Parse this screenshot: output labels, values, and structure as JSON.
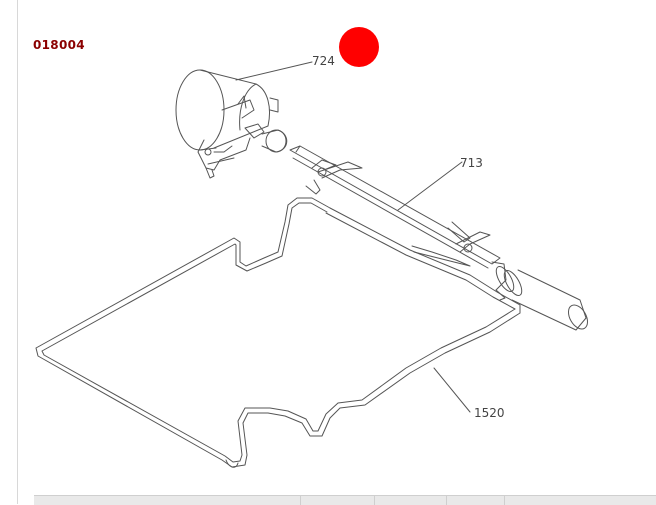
{
  "page": {
    "code": "018004"
  },
  "marker": {
    "color": "#ff0000"
  },
  "parts": [
    {
      "number": "724"
    },
    {
      "number": "713"
    },
    {
      "number": "1520"
    }
  ],
  "colors": {
    "code_text": "#8b0000",
    "line_art": "#555555"
  }
}
